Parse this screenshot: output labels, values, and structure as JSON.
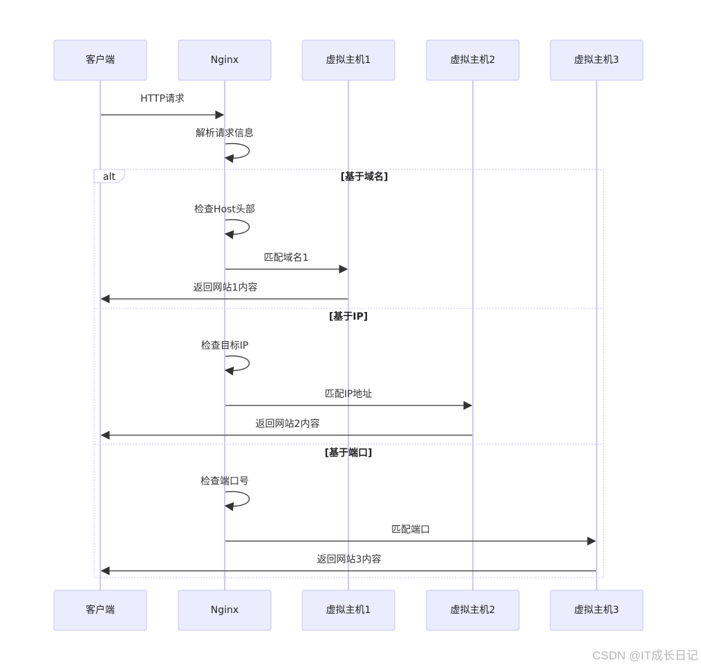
{
  "actors": [
    {
      "id": "client",
      "label": "客户端"
    },
    {
      "id": "nginx",
      "label": "Nginx"
    },
    {
      "id": "vh1",
      "label": "虚拟主机1"
    },
    {
      "id": "vh2",
      "label": "虚拟主机2"
    },
    {
      "id": "vh3",
      "label": "虚拟主机3"
    }
  ],
  "messages": [
    {
      "id": "m1",
      "from": "client",
      "to": "nginx",
      "text": "HTTP请求"
    },
    {
      "id": "m2",
      "from": "nginx",
      "to": "nginx",
      "text": "解析请求信息"
    },
    {
      "id": "m3",
      "from": "nginx",
      "to": "nginx",
      "text": "检查Host头部"
    },
    {
      "id": "m4",
      "from": "nginx",
      "to": "vh1",
      "text": "匹配域名1"
    },
    {
      "id": "m5",
      "from": "vh1",
      "to": "client",
      "text": "返回网站1内容"
    },
    {
      "id": "m6",
      "from": "nginx",
      "to": "nginx",
      "text": "检查目标IP"
    },
    {
      "id": "m7",
      "from": "nginx",
      "to": "vh2",
      "text": "匹配IP地址"
    },
    {
      "id": "m8",
      "from": "vh2",
      "to": "client",
      "text": "返回网站2内容"
    },
    {
      "id": "m9",
      "from": "nginx",
      "to": "nginx",
      "text": "检查端口号"
    },
    {
      "id": "m10",
      "from": "nginx",
      "to": "vh3",
      "text": "匹配端口"
    },
    {
      "id": "m11",
      "from": "vh3",
      "to": "client",
      "text": "返回网站3内容"
    }
  ],
  "alt_frame": {
    "label": "alt",
    "sections": [
      "[基于域名]",
      "[基于IP]",
      "[基于端口]"
    ]
  },
  "watermark": "CSDN @IT成长日记"
}
